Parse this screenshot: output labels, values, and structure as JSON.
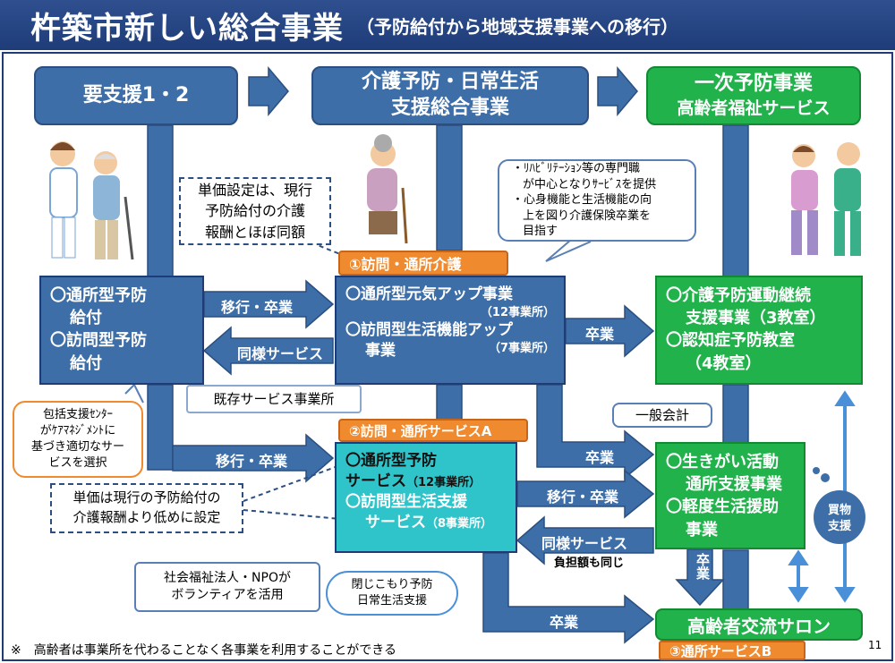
{
  "title": {
    "main": "杵築市新しい総合事業",
    "sub": "（予防給付から地域支援事業への移行）"
  },
  "headers": {
    "left": "要支援1・2",
    "middle_l1": "介護予防・日常生活",
    "middle_l2": "支援総合事業",
    "right_l1": "一次予防事業",
    "right_l2": "高齢者福祉サービス"
  },
  "callouts": {
    "price_same_l1": "単価設定は、現行",
    "price_same_l2": "予防給付の介護",
    "price_same_l3": "報酬とほぼ同額",
    "rehab_l1": "・ﾘﾊﾋﾞﾘﾃｰｼｮﾝ等の専門職",
    "rehab_l2": "が中心となりｻｰﾋﾞｽを提供",
    "rehab_l3": "・心身機能と生活機能の向",
    "rehab_l4": "上を図り介護保険卒業を",
    "rehab_l5": "目指す",
    "center_l1": "包括支援ｾﾝﾀｰ",
    "center_l2": "がｹｱﾏﾈｼﾞﾒﾝﾄに",
    "center_l3": "基づき適切なサー",
    "center_l4": "ビスを選択",
    "price_low_l1": "単価は現行の予防給付の",
    "price_low_l2": "介護報酬より低めに設定",
    "npo_l1": "社会福祉法人・NPOが",
    "npo_l2": "ボランティアを活用",
    "withdraw_l1": "閉じこもり予防",
    "withdraw_l2": "日常生活支援",
    "existing": "既存サービス事業所",
    "general": "一般会計"
  },
  "tags": {
    "t1": "①訪問・通所介護",
    "t2": "②訪問・通所サービスA",
    "t3": "③通所サービスB"
  },
  "boxes": {
    "left_l1": "〇通所型予防",
    "left_l2": "給付",
    "left_l3": "〇訪問型予防",
    "left_l4": "給付",
    "mid1_l1": "〇通所型元気アップ事業",
    "mid1_c1": "（12事業所）",
    "mid1_l2": "〇訪問型生活機能アップ",
    "mid1_l3": "事業",
    "mid1_c2": "（7事業所）",
    "mid2_l1": "〇通所型予防",
    "mid2_l2": "サービス",
    "mid2_c1": "（12事業所）",
    "mid2_l3": "〇訪問型生活支援",
    "mid2_l4": "サービス",
    "mid2_c2": "（8事業所）",
    "r1_l1": "〇介護予防運動継続",
    "r1_l2": "支援事業（3教室）",
    "r1_l3": "〇認知症予防教室",
    "r1_l4": "（4教室）",
    "r2_l1": "〇生きがい活動",
    "r2_l2": "通所支援事業",
    "r2_l3": "〇軽度生活援助",
    "r2_l4": "事業",
    "salon": "高齢者交流サロン",
    "shopping_l1": "買物",
    "shopping_l2": "支援"
  },
  "arrows": {
    "a1": "移行・卒業",
    "a2": "同様サービス",
    "a3": "卒業",
    "a4": "移行・卒業",
    "a5": "卒業",
    "a6": "移行・卒業",
    "a7": "同様サービス",
    "a7_sub": "負担額も同じ",
    "a8": "卒業",
    "a9": "卒業"
  },
  "footer": "※　高齢者は事業所を代わることなく各事業を利用することができる",
  "page_number": "11",
  "colors": {
    "blue": "#3d6ea8",
    "navy": "#1e3c78",
    "green": "#22b24c",
    "teal": "#2ec4c9",
    "orange": "#f08a2e"
  }
}
